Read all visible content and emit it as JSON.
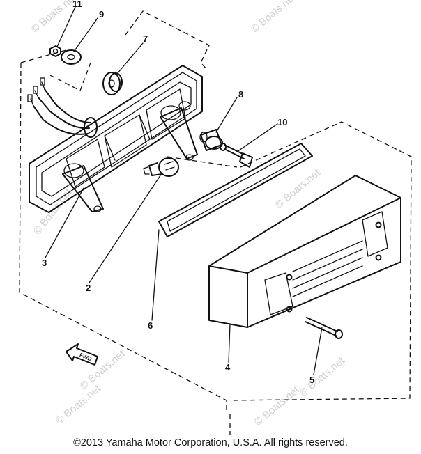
{
  "diagram": {
    "callouts": {
      "p1": "11",
      "p2": "9",
      "p3": "7",
      "p4": "8",
      "p5": "10",
      "p6": "3",
      "p7": "2",
      "p8": "6",
      "p9": "4",
      "p10": "5"
    },
    "fwd_label": "FWD",
    "watermark": "© Boats.net"
  },
  "footer": {
    "copyright": "©2013 Yamaha Motor Corporation, U.S.A. All rights reserved."
  }
}
